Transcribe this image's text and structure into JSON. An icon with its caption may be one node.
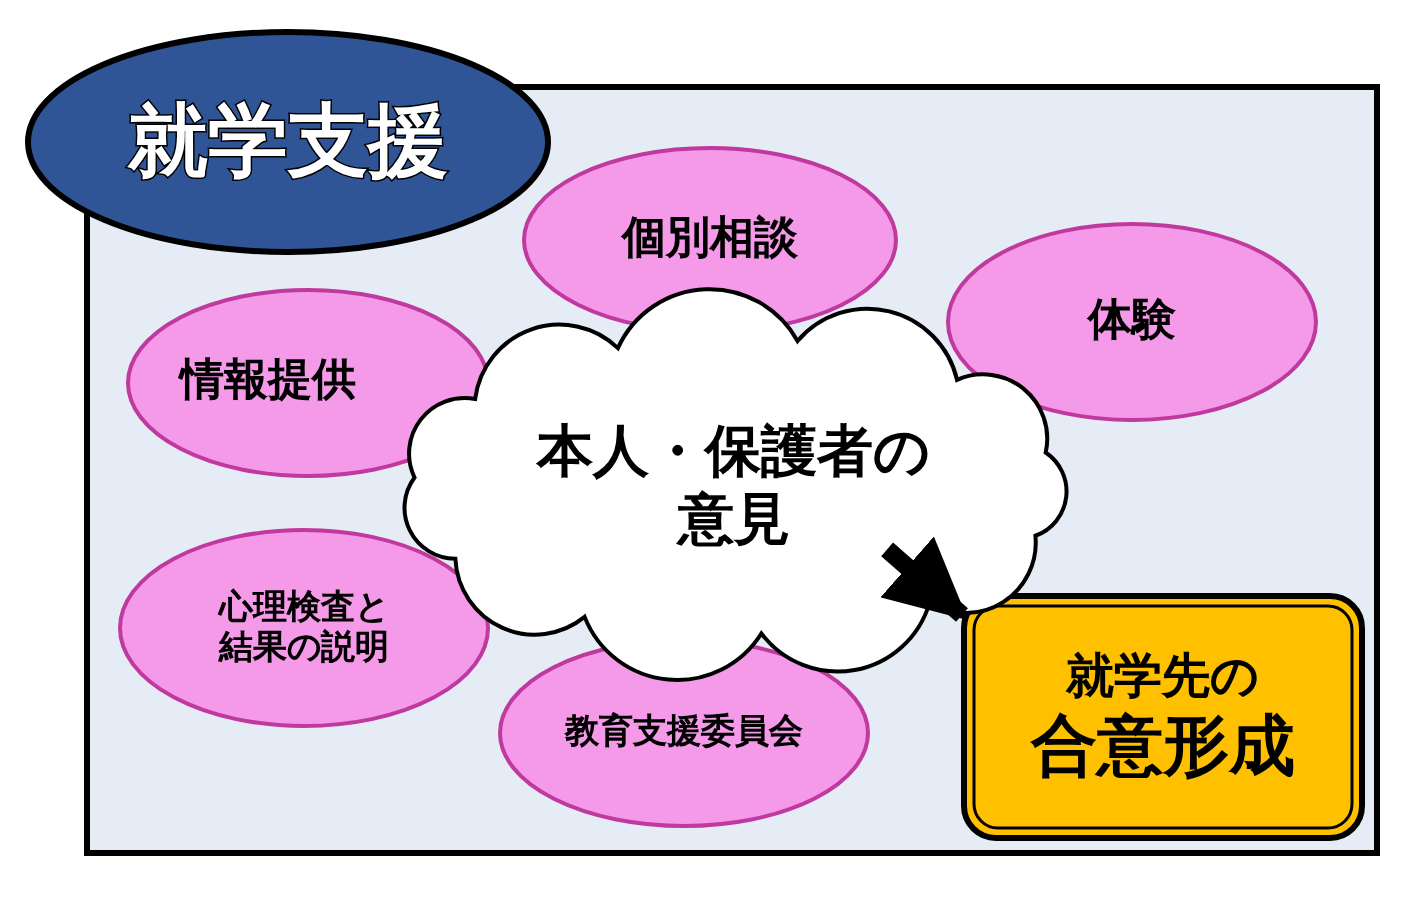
{
  "diagram": {
    "nodes": [
      {
        "text": [
          "就学支援"
        ]
      },
      {
        "text": [],
        "shape": "box"
      },
      {
        "text": [
          "個別相談"
        ],
        "in": 1
      },
      {
        "text": [
          "体験"
        ],
        "in": 1
      },
      {
        "text": [
          "情報提供"
        ],
        "in": 1
      },
      {
        "text": [
          "本人・保護者の意見"
        ],
        "in": 1
      },
      {
        "text": [
          "心理検査と結果の説明"
        ],
        "in": 1
      },
      {
        "text": [
          "教育支援委員会"
        ],
        "in": 1
      },
      {
        "text": [
          "就学先の",
          "合意形成"
        ],
        "in": 1
      }
    ],
    "edges": [
      {
        "from": 5,
        "to": 8,
        "arrow": "to"
      }
    ]
  }
}
